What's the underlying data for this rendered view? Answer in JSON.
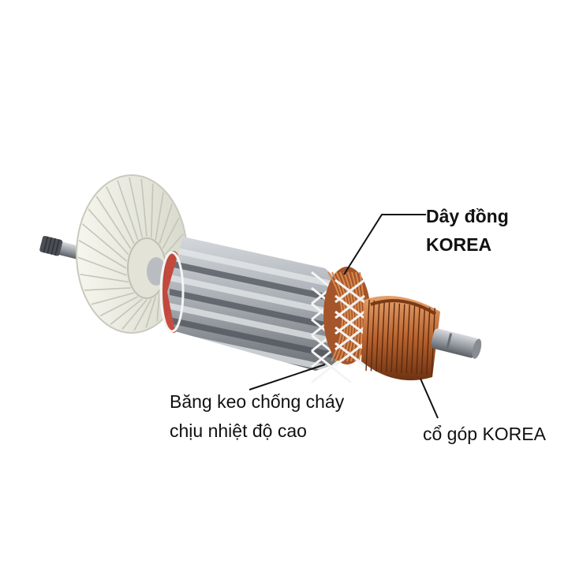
{
  "annotations": {
    "copper_wire": {
      "line1": "Dây đồng",
      "line2": "KOREA"
    },
    "tape": {
      "line1": "Băng keo chống cháy",
      "line2": "chịu nhiệt độ cao"
    },
    "commutator": {
      "text": "cổ góp KOREA"
    }
  },
  "colors": {
    "fan": "#f0f0e6",
    "steel": "#a6acb2",
    "copper": "#b8632f",
    "leader_line": "#111111"
  }
}
